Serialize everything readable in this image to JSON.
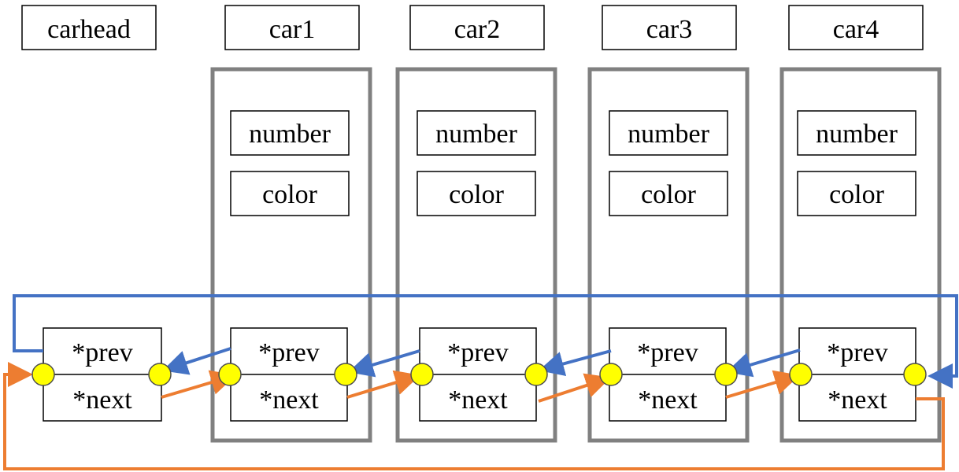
{
  "nodes": [
    {
      "title": "carhead",
      "prev_label": "*prev",
      "next_label": "*next"
    },
    {
      "title": "car1",
      "field_number": "number",
      "field_color": "color",
      "prev_label": "*prev",
      "next_label": "*next"
    },
    {
      "title": "car2",
      "field_number": "number",
      "field_color": "color",
      "prev_label": "*prev",
      "next_label": "*next"
    },
    {
      "title": "car3",
      "field_number": "number",
      "field_color": "color",
      "prev_label": "*prev",
      "next_label": "*next"
    },
    {
      "title": "car4",
      "field_number": "number",
      "field_color": "color",
      "prev_label": "*prev",
      "next_label": "*next"
    }
  ],
  "colors": {
    "prev_arrow": "#4472C4",
    "next_arrow": "#ED7D31",
    "pointer_dot": "#FFFF00",
    "struct_border": "#808080",
    "box_border": "#000000"
  }
}
